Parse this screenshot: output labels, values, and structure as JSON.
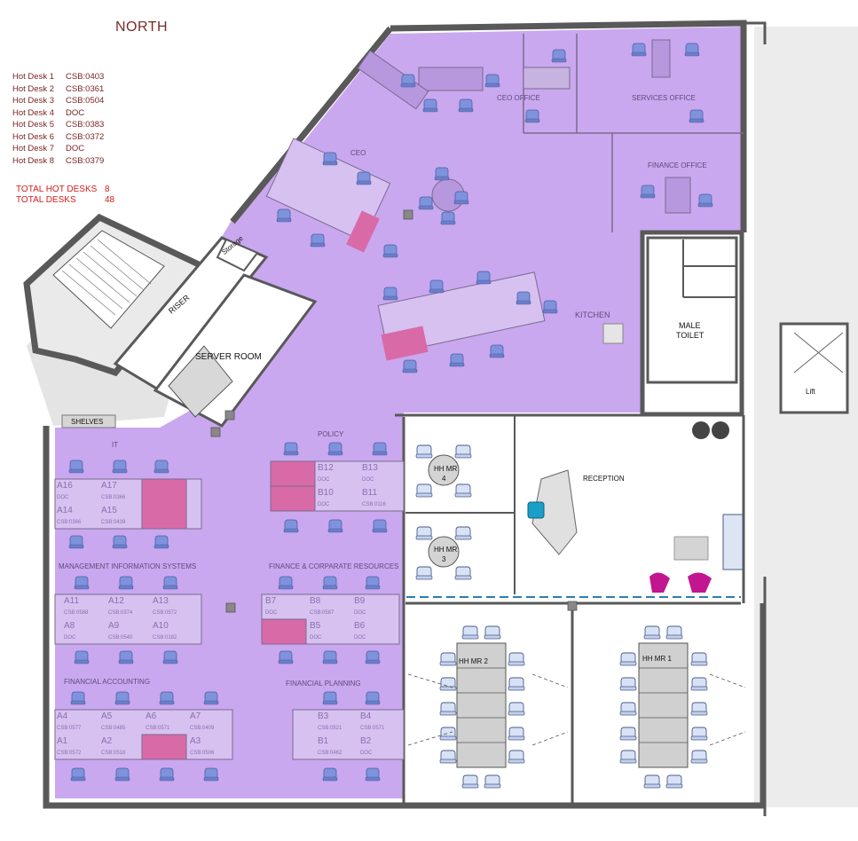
{
  "north_label": "NORTH",
  "hot_desks": [
    {
      "label": "Hot Desk 1",
      "value": "CSB:0403"
    },
    {
      "label": "Hot Desk 2",
      "value": "CSB:0361"
    },
    {
      "label": "Hot Desk 3",
      "value": "CSB:0504"
    },
    {
      "label": "Hot Desk 4",
      "value": "DOC"
    },
    {
      "label": "Hot Desk 5",
      "value": "CSB:0383"
    },
    {
      "label": "Hot Desk 6",
      "value": "CSB:0372"
    },
    {
      "label": "Hot Desk 7",
      "value": "DOC"
    },
    {
      "label": "Hot Desk 8",
      "value": "CSB:0379"
    }
  ],
  "totals": {
    "hot_label": "TOTAL HOT DESKS",
    "hot_value": "8",
    "desks_label": "TOTAL DESKS",
    "desks_value": "48"
  },
  "rooms": {
    "ceo_office": "CEO OFFICE",
    "services_office": "SERVICES OFFICE",
    "finance_office": "FINANCE OFFICE",
    "ceo": "CEO",
    "kitchen": "KITCHEN",
    "male_toilet_1": "MALE",
    "male_toilet_2": "TOILET",
    "lift": "Lift",
    "storage": "Storage",
    "riser": "RISER",
    "server_room": "SERVER ROOM",
    "shelves": "SHELVES",
    "it": "IT",
    "policy": "POLICY",
    "mis": "MANAGEMENT INFORMATION SYSTEMS",
    "finance_corp": "FINANCE & CORPARATE RESOURCES",
    "financial_accounting": "FINANCIAL ACCOUNTING",
    "financial_planning": "FINANCIAL PLANNING",
    "reception": "RECEPTION",
    "hh_mr4_a": "HH MR",
    "hh_mr4_b": "4",
    "hh_mr3_a": "HH MR",
    "hh_mr3_b": "3",
    "hh_mr2": "HH MR 2",
    "hh_mr1": "HH MR 1"
  },
  "desks": {
    "a16": "A16",
    "a16_s": "DOC",
    "a17": "A17",
    "a17_s": "CSB:0366",
    "a14": "A14",
    "a14_s": "CSB:0366",
    "a15": "A15",
    "a15_s": "CSB:0439",
    "b12": "B12",
    "b12_s": "DOC",
    "b13": "B13",
    "b13_s": "DOC",
    "b10": "B10",
    "b10_s": "DOC",
    "b11": "B11",
    "b11_s": "CSB:0116",
    "a11": "A11",
    "a11_s": "CSB:0588",
    "a12": "A12",
    "a12_s": "CSB:0374",
    "a13": "A13",
    "a13_s": "CSB:0572",
    "a8": "A8",
    "a8_s": "DOC",
    "a9": "A9",
    "a9_s": "CSB:0540",
    "a10": "A10",
    "a10_s": "CSB:0182",
    "b7": "B7",
    "b7_s": "DOC",
    "b8": "B8",
    "b8_s": "CSB:0587",
    "b9": "B9",
    "b9_s": "DOC",
    "b5": "B5",
    "b5_s": "DOC",
    "b6": "B6",
    "b6_s": "DOC",
    "a4": "A4",
    "a4_s": "CSB:0577",
    "a5": "A5",
    "a5_s": "CSB:0485",
    "a6": "A6",
    "a6_s": "CSB:0571",
    "a7": "A7",
    "a7_s": "CSB:0409",
    "b3": "B3",
    "b3_s": "CSB:0521",
    "b4": "B4",
    "b4_s": "CSB:0571",
    "a1": "A1",
    "a1_s": "CSB:0572",
    "a2": "A2",
    "a2_s": "CSB:0518",
    "a3": "A3",
    "a3_s": "CSB:0506",
    "b1": "B1",
    "b1_s": "CSB:0462",
    "b2": "B2",
    "b2_s": "DOC"
  },
  "colors": {
    "floor": "#c9a8ef",
    "hot_desk": "#d96aa8",
    "wall": "#595959",
    "chair": "#7f92dc",
    "legend_text": "#7a1f1f",
    "totals_text": "#d21c1c"
  }
}
